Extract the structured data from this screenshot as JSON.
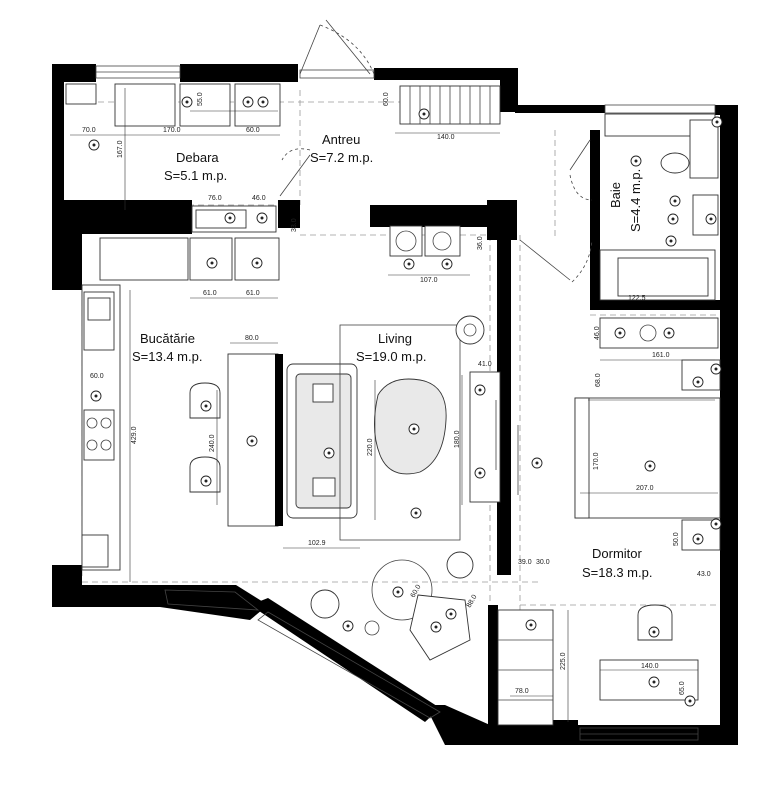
{
  "rooms": {
    "antreu": {
      "name": "Antreu",
      "area": "S=7.2 m.p."
    },
    "debara": {
      "name": "Debara",
      "area": "S=5.1 m.p."
    },
    "baie": {
      "name": "Baie",
      "area": "S=4.4 m.p."
    },
    "bucatarie": {
      "name": "Bucătărie",
      "area": "S=13.4 m.p."
    },
    "living": {
      "name": "Living",
      "area": "S=19.0 m.p."
    },
    "dormitor": {
      "name": "Dormitor",
      "area": "S=18.3 m.p."
    }
  },
  "dims": {
    "d55": "55.0",
    "d60a": "60.0",
    "d140a": "140.0",
    "d70": "70.0",
    "d170": "170.0",
    "d60b": "60.0",
    "d167": "167.0",
    "d76": "76.0",
    "d46": "46.0",
    "d33": "33.0",
    "d36": "36.0",
    "d107": "107.0",
    "d61a": "61.0",
    "d61b": "61.0",
    "d80": "80.0",
    "d60c": "60.0",
    "d429": "429.0",
    "d240": "240.0",
    "d220": "220.0",
    "d180": "180.0",
    "d41": "41.0",
    "d1029": "102.9",
    "d46b": "46.0",
    "d161": "161.0",
    "d68": "68.0",
    "d170b": "170.0",
    "d207": "207.0",
    "d50": "50.0",
    "d43": "43.0",
    "d225": "225.0",
    "d140b": "140.0",
    "d65": "65.0",
    "d78": "78.0",
    "d1225": "122.5",
    "d88": "88.0",
    "d60d": "60.0",
    "d39a": "39.0",
    "d30a": "30.0"
  }
}
